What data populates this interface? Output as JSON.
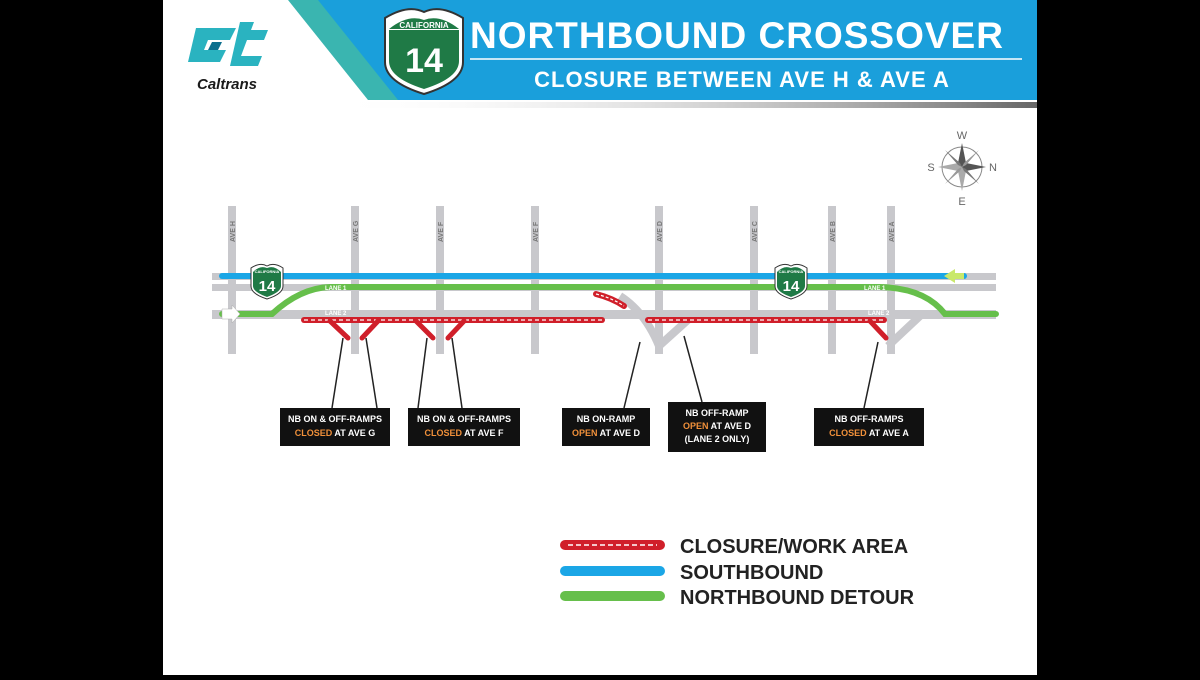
{
  "header": {
    "logo_text": "Caltrans",
    "shield_top": "CALIFORNIA",
    "shield_number": "14",
    "title": "NORTHBOUND CROSSOVER",
    "subtitle": "CLOSURE BETWEEN AVE H & AVE A"
  },
  "compass": {
    "n": "N",
    "s": "S",
    "e": "E",
    "w": "W"
  },
  "map": {
    "streets": [
      "AVE H",
      "AVE G",
      "AVE F",
      "AVE F",
      "AVE D",
      "AVE C",
      "AVE B",
      "AVE A"
    ],
    "lane1_left": "LANE 1",
    "lane2_left": "LANE 2",
    "lane1_right": "LANE 1",
    "lane2_right": "LANE 2",
    "route_shield_top": "CALIFORNIA",
    "route_shield_number": "14"
  },
  "callouts": [
    {
      "line1": "NB ON & OFF-RAMPS",
      "status": "CLOSED",
      "rest": "AT AVE G",
      "line3": ""
    },
    {
      "line1": "NB ON & OFF-RAMPS",
      "status": "CLOSED",
      "rest": "AT AVE F",
      "line3": ""
    },
    {
      "line1": "NB ON-RAMP",
      "status": "OPEN",
      "rest": "AT AVE D",
      "line3": ""
    },
    {
      "line1": "NB OFF-RAMP",
      "status": "OPEN",
      "rest": "AT AVE D",
      "line3": "(LANE 2 ONLY)"
    },
    {
      "line1": "NB OFF-RAMPS",
      "status": "CLOSED",
      "rest": "AT AVE A",
      "line3": ""
    }
  ],
  "legend": [
    {
      "label": "CLOSURE/WORK AREA",
      "color": "#d01f2a"
    },
    {
      "label": "SOUTHBOUND",
      "color": "#1ba6e6"
    },
    {
      "label": "NORTHBOUND DETOUR",
      "color": "#66bf4b"
    }
  ],
  "colors": {
    "header_blue": "#1a9fdb",
    "teal": "#3ab5b0",
    "shield_green": "#1f7a46",
    "closed": "#f0903a",
    "road": "#c8c8cc"
  }
}
